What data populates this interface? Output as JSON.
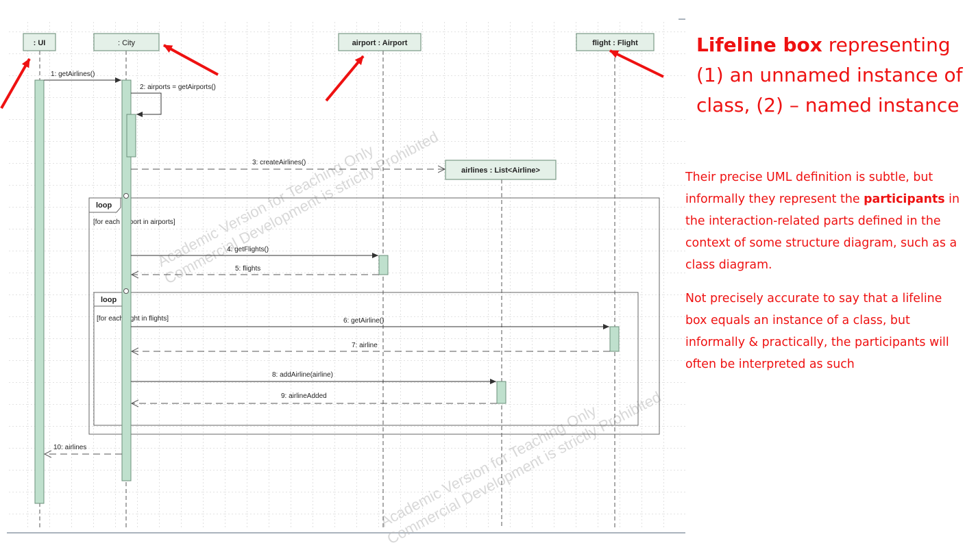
{
  "lifelines": [
    {
      "label": ": UI"
    },
    {
      "label": ": City"
    },
    {
      "label": "airport : Airport"
    },
    {
      "label": "flight : Flight"
    },
    {
      "label": "airlines : List<Airline>"
    }
  ],
  "messages": [
    {
      "label": "1: getAirlines()"
    },
    {
      "label": "2: airports = getAirports()"
    },
    {
      "label": "3: createAirlines()"
    },
    {
      "label": "4: getFlights()"
    },
    {
      "label": "5: flights"
    },
    {
      "label": "6: getAirline()"
    },
    {
      "label": "7: airline"
    },
    {
      "label": "8: addAirline(airline)"
    },
    {
      "label": "9: airlineAdded"
    },
    {
      "label": "10: airlines"
    }
  ],
  "fragments": [
    {
      "operator": "loop",
      "guard": "[for each airport in airports]"
    },
    {
      "operator": "loop",
      "guard": "[for each flight in flights]"
    }
  ],
  "watermarks": [
    "Academic Version for Teaching Only",
    "Commercial Development is strictly Prohibited"
  ],
  "callout": {
    "title_bold": "Lifeline box",
    "title_rest": " representing (1) an unnamed instance of class, (2) – named instance"
  },
  "description": {
    "p1_before": "Their precise UML definition is subtle, but informally they represent the ",
    "p1_bold": "participants",
    "p1_after": " in the interaction-related parts defined in the context of some structure diagram, such as a class diagram.",
    "p2": "Not precisely accurate to say that a lifeline box equals an instance of a class, but informally & practically, the participants will often be interpreted as such"
  },
  "colors": {
    "accent": "#ee1111",
    "activation_fill": "#bfe0cd",
    "header_fill": "#e4f0e8",
    "header_stroke": "#7a9a86"
  }
}
